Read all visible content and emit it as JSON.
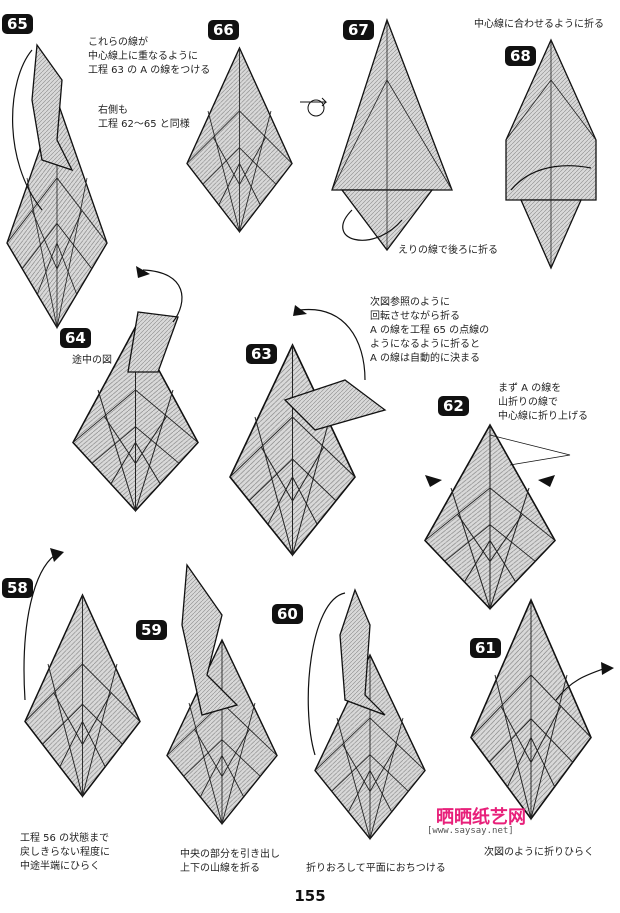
{
  "page_number": "155",
  "watermark": {
    "text": "晒晒纸艺网",
    "url": "[www.saysay.net]"
  },
  "steps": [
    {
      "number": "65",
      "notes": [
        "これらの線が\n中心線上に重なるように\n工程 63 の A の線をつける",
        "右側も\n工程 62〜65 と同様"
      ]
    },
    {
      "number": "66",
      "notes": []
    },
    {
      "number": "67",
      "notes": [
        "えりの線で後ろに折る"
      ]
    },
    {
      "number": "68",
      "notes": [
        "中心線に合わせるように折る"
      ]
    },
    {
      "number": "64",
      "notes": [
        "途中の図"
      ]
    },
    {
      "number": "63",
      "notes": [
        "次図参照のように\n回転させながら折る\nA の線を工程 65 の点線の\nようになるように折ると\nA の線は自動的に決まる"
      ]
    },
    {
      "number": "62",
      "notes": [
        "まず A の線を\n山折りの線で\n中心線に折り上げる"
      ]
    },
    {
      "number": "58",
      "notes": [
        "工程 56 の状態まで\n戻しきらない程度に\n中途半端にひらく"
      ]
    },
    {
      "number": "59",
      "notes": [
        "中央の部分を引き出し\n上下の山線を折る"
      ]
    },
    {
      "number": "60",
      "notes": [
        "折りおろして平面におちつける"
      ]
    },
    {
      "number": "61",
      "notes": [
        "次図のように折りひらく"
      ]
    }
  ]
}
